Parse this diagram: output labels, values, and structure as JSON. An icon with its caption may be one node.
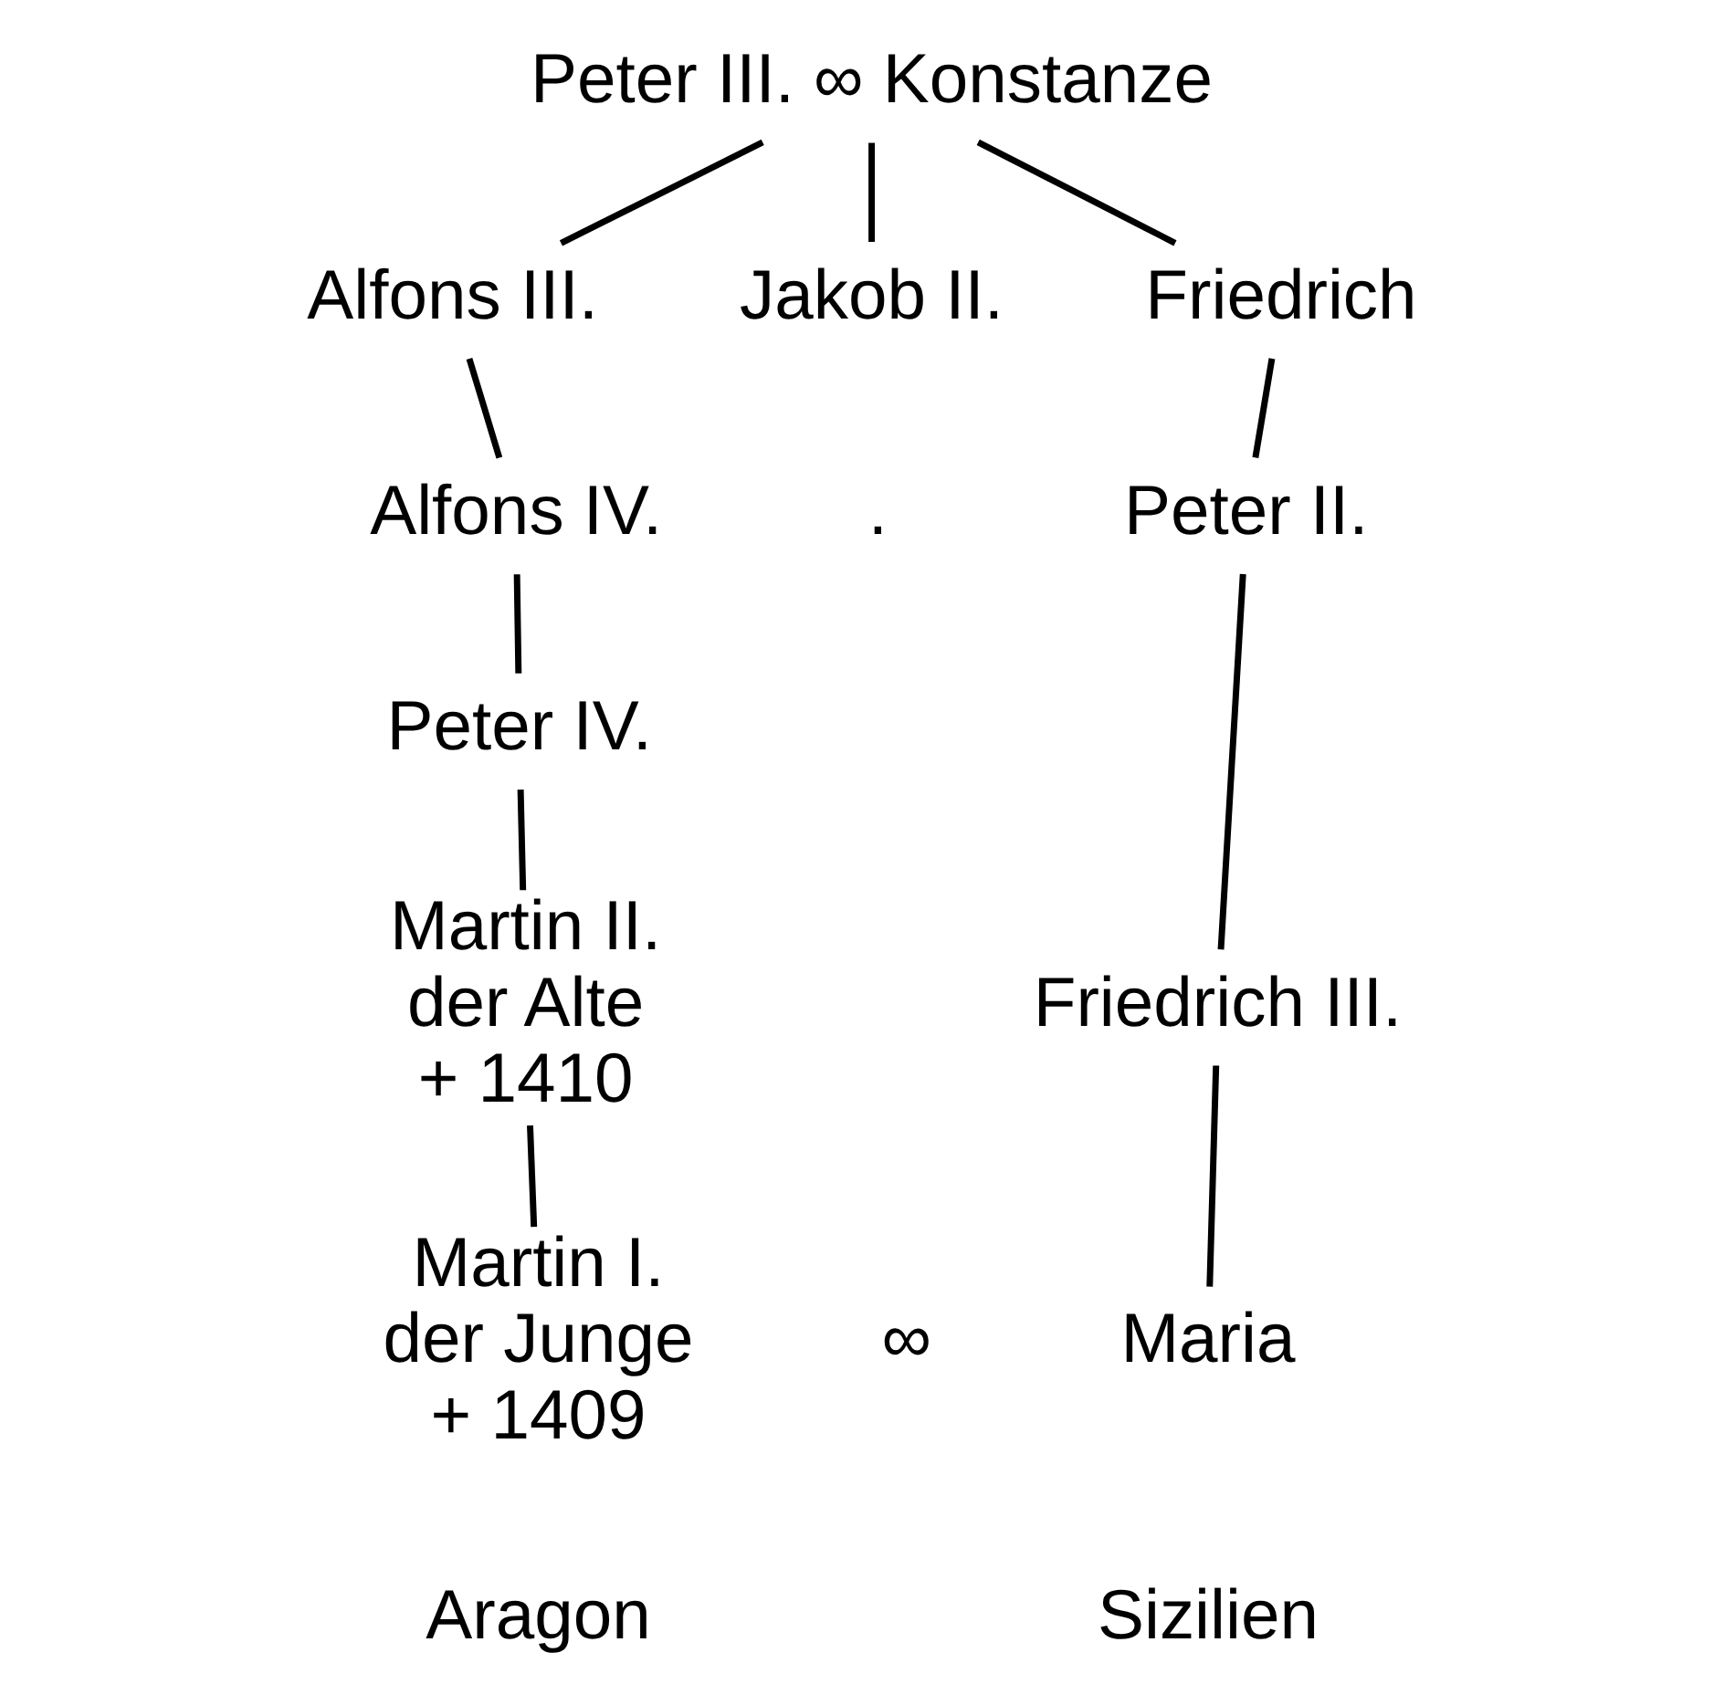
{
  "diagram": {
    "nodes": [
      {
        "text": [
          "Peter III. ∞ Konstanze"
        ]
      },
      {
        "text": [
          "Alfons III."
        ]
      },
      {
        "text": [
          "Jakob II."
        ]
      },
      {
        "text": [
          "Friedrich"
        ]
      },
      {
        "text": [
          "Alfons IV."
        ]
      },
      {
        "text": [
          "Peter IV."
        ]
      },
      {
        "text": [
          "Martin II.",
          "der Alte",
          "+ 1410"
        ]
      },
      {
        "text": [
          "Peter II."
        ]
      },
      {
        "text": [
          "Friedrich III."
        ]
      },
      {
        "text": [
          "Martin I.",
          "der Junge",
          "+ 1409"
        ]
      },
      {
        "text": [
          "Maria"
        ]
      }
    ],
    "edges": [
      {
        "from": 0,
        "to": 1,
        "arrow": "none"
      },
      {
        "from": 0,
        "to": 2,
        "arrow": "none"
      },
      {
        "from": 0,
        "to": 3,
        "arrow": "none"
      },
      {
        "from": 1,
        "to": 4,
        "arrow": "none"
      },
      {
        "from": 4,
        "to": 5,
        "arrow": "none"
      },
      {
        "from": 5,
        "to": 6,
        "arrow": "none"
      },
      {
        "from": 6,
        "to": 9,
        "arrow": "none"
      },
      {
        "from": 3,
        "to": 7,
        "arrow": "none"
      },
      {
        "from": 7,
        "to": 8,
        "arrow": "none"
      },
      {
        "from": 8,
        "to": 10,
        "arrow": "none"
      }
    ],
    "labels": [
      ".",
      "∞",
      "Aragon",
      "Sizilien"
    ]
  }
}
